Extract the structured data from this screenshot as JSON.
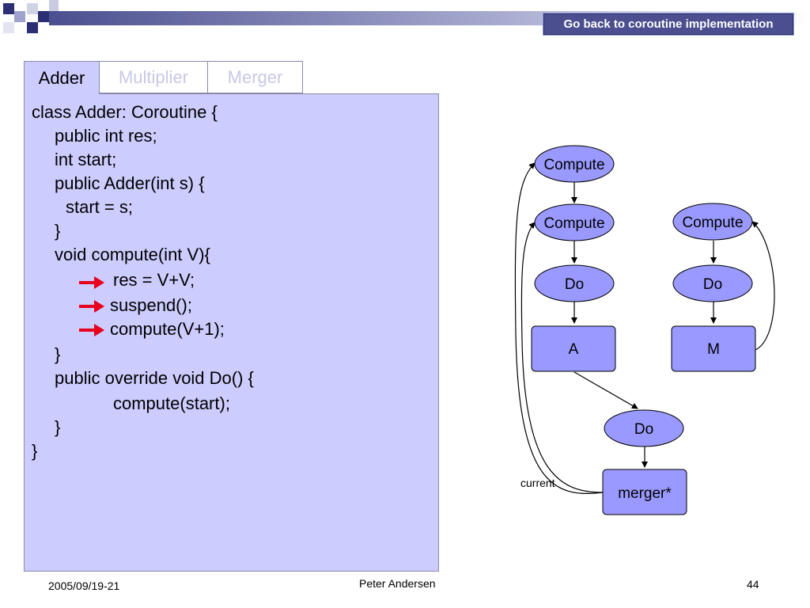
{
  "header": {
    "back_button_label": "Go back to coroutine implementation"
  },
  "tabs": [
    {
      "label": "Adder",
      "active": true
    },
    {
      "label": "Multiplier",
      "active": false
    },
    {
      "label": "Merger",
      "active": false
    }
  ],
  "code": {
    "lines": [
      "class Adder: Coroutine {",
      "public int res;",
      "int start;",
      "public Adder(int s) {",
      "start = s;",
      "}",
      "void compute(int V){",
      "res = V+V;",
      "suspend();",
      "compute(V+1);",
      "}",
      "public override void Do() {",
      "compute(start);",
      "}",
      "}"
    ],
    "arrow_color": "#e8001c"
  },
  "diagram": {
    "nodes": {
      "compute_top": "Compute",
      "compute_mid": "Compute",
      "compute_right": "Compute",
      "do_left": "Do",
      "do_right": "Do",
      "a_box": "A",
      "m_box": "M",
      "do_bottom": "Do",
      "merger": "merger*"
    },
    "current_label": "current",
    "node_fill": "#9999ff"
  },
  "footer": {
    "date": "2005/09/19-21",
    "author": "Peter Andersen",
    "page": "44"
  }
}
